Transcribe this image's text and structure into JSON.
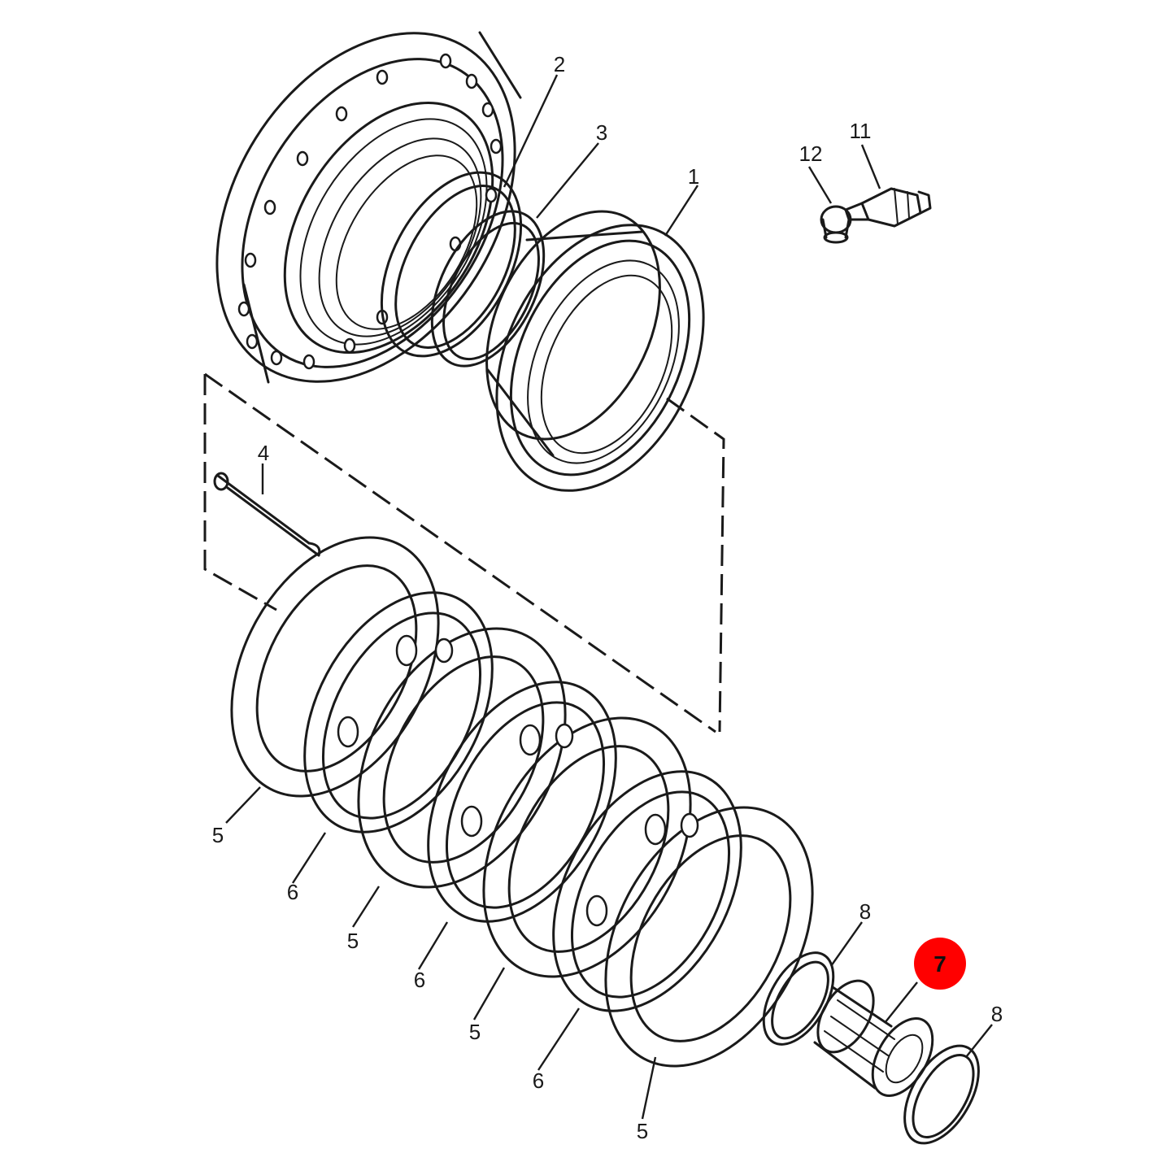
{
  "diagram": {
    "highlight_color": "#ff0000",
    "callouts": {
      "c1": "1",
      "c2": "2",
      "c3": "3",
      "c4": "4",
      "c5": "5",
      "c6": "6",
      "c7": "7",
      "c8": "8",
      "c11": "11",
      "c12": "12"
    }
  }
}
